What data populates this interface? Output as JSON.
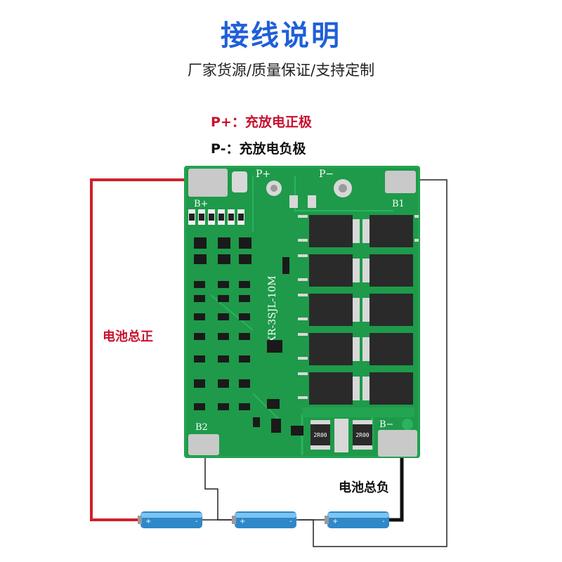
{
  "header": {
    "title": "接线说明",
    "subtitle": "厂家货源/质量保证/支持定制"
  },
  "legend": {
    "p_plus": "P+：充放电正极",
    "p_minus": "P-：充放电负极"
  },
  "wire_labels": {
    "battery_positive": "电池总正",
    "battery_negative": "电池总负"
  },
  "board": {
    "model": "XR-3SJL-10M",
    "pad_labels": {
      "p_plus": "P+",
      "p_minus": "P−",
      "b_plus": "B+",
      "b1": "B1",
      "b2": "B2",
      "b_minus": "B−"
    },
    "resistor_code": "2R00",
    "colors": {
      "pcb": "#1e9a4a",
      "pad": "#c9c9c9",
      "mosfet": "#2a2a2a"
    }
  },
  "wire_colors": {
    "positive": "#d0202a",
    "negative": "#111111",
    "balance": "#222222"
  },
  "battery_cells": [
    {
      "plus": "+",
      "minus": "-"
    },
    {
      "plus": "+",
      "minus": "-"
    },
    {
      "plus": "+",
      "minus": "-"
    }
  ]
}
